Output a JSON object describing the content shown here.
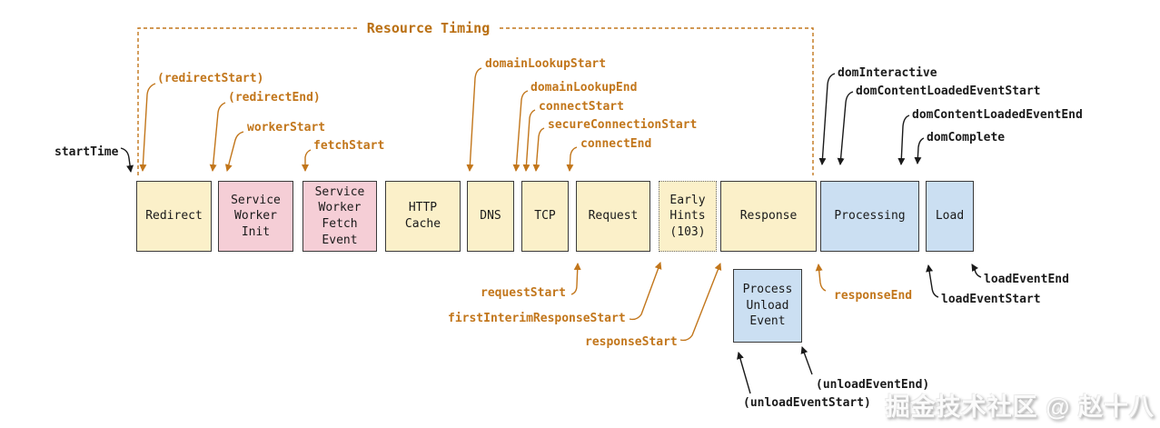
{
  "title": "Resource Timing",
  "colors": {
    "annotation_orange": "#C2761B",
    "annotation_black": "#1a1a1a",
    "box_cream": "#FBF0C9",
    "box_pink": "#F5CED6",
    "box_blue": "#CBDFF2",
    "box_border": "#3a3a3a",
    "background": "#ffffff"
  },
  "boxes": {
    "redirect": {
      "label": "Redirect"
    },
    "sw_init": {
      "label": "Service\nWorker\nInit"
    },
    "sw_fetch": {
      "label": "Service\nWorker\nFetch\nEvent"
    },
    "http_cache": {
      "label": "HTTP\nCache"
    },
    "dns": {
      "label": "DNS"
    },
    "tcp": {
      "label": "TCP"
    },
    "request": {
      "label": "Request"
    },
    "early_hints": {
      "label": "Early\nHints\n(103)"
    },
    "response": {
      "label": "Response"
    },
    "processing": {
      "label": "Processing"
    },
    "load": {
      "label": "Load"
    },
    "process_unload": {
      "label": "Process\nUnload\nEvent"
    }
  },
  "timing_labels": {
    "start_time": "startTime",
    "redirect_start": "(redirectStart)",
    "redirect_end": "(redirectEnd)",
    "worker_start": "workerStart",
    "fetch_start": "fetchStart",
    "domain_lookup_start": "domainLookupStart",
    "domain_lookup_end": "domainLookupEnd",
    "connect_start": "connectStart",
    "secure_connection_start": "secureConnectionStart",
    "connect_end": "connectEnd",
    "dom_interactive": "domInteractive",
    "dom_content_loaded_event_start": "domContentLoadedEventStart",
    "dom_content_loaded_event_end": "domContentLoadedEventEnd",
    "dom_complete": "domComplete",
    "request_start": "requestStart",
    "first_interim_response_start": "firstInterimResponseStart",
    "response_start": "responseStart",
    "response_end": "responseEnd",
    "load_event_start": "loadEventStart",
    "load_event_end": "loadEventEnd",
    "unload_event_start": "(unloadEventStart)",
    "unload_event_end": "(unloadEventEnd)"
  },
  "watermark": {
    "text": "掘金技术社区 @ 赵十八"
  }
}
